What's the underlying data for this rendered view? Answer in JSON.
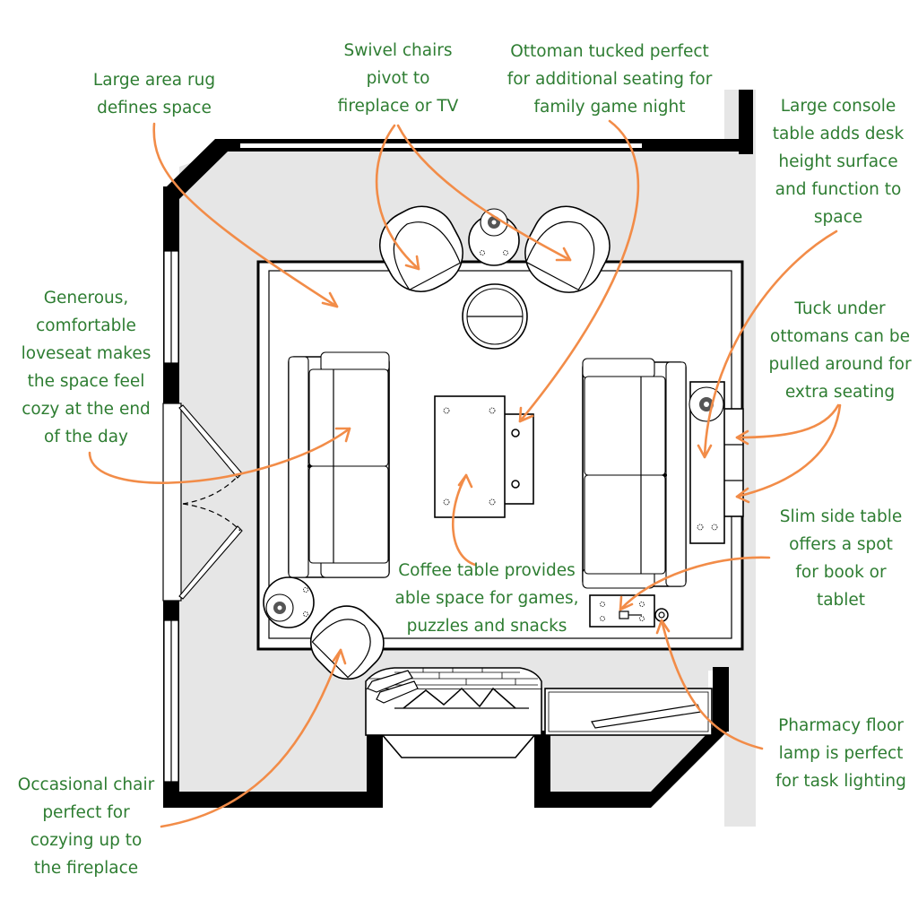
{
  "annotations": {
    "rug": "Large area rug\ndefines space",
    "swivel": "Swivel chairs\npivot to\nfireplace or TV",
    "ottoman": "Ottoman tucked perfect\nfor additional seating for\nfamily game night",
    "console": "Large console\ntable adds desk\nheight surface\nand function to\nspace",
    "loveseat": "Generous,\ncomfortable\nloveseat makes\nthe space feel\ncozy at the end\nof the day",
    "tuck_ottomans": "Tuck under\nottomans can be\npulled around for\nextra seating",
    "coffee_table": "Coffee table provides\nable space for games,\npuzzles and snacks",
    "side_table": "Slim side table\noffers a spot\nfor book or\ntablet",
    "lamp": "Pharmacy floor\nlamp is perfect\nfor task lighting",
    "occasional_chair": "Occasional chair\nperfect for\ncozying up to\nthe fireplace"
  },
  "colors": {
    "annotation_text": "#2e7d32",
    "arrow": "#f28c48",
    "floor": "#e6e6e6",
    "wall": "#000000"
  }
}
